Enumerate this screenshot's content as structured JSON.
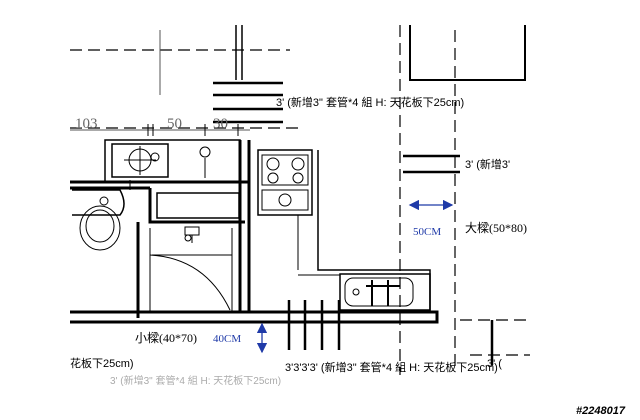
{
  "pipe_note_top": "3' (新增3\" 套管*4 組 H: 天花板下25cm)",
  "pipe_note_right": "3' (新增3'",
  "pipe_note_bottom": "3'3'3'3' (新增3\" 套管*4 組 H: 天花板下25cm)",
  "pipe_note_bottom_faded": "3' (新增3\" 套管*4 組 H: 天花板下25cm)",
  "dim_103": "103",
  "dim_50": "50",
  "dim_30": "30",
  "left_edge_text": "花板下25cm)",
  "right_edge_text": "3' (",
  "beam_large_label": "大樑(50*80)",
  "beam_large_dim": "50CM",
  "beam_small_label": "小樑(40*70)",
  "beam_small_dim": "40CM",
  "watermark": "#2248017",
  "colors": {
    "line": "#000000",
    "dimension_blue": "#1f3aa8"
  }
}
